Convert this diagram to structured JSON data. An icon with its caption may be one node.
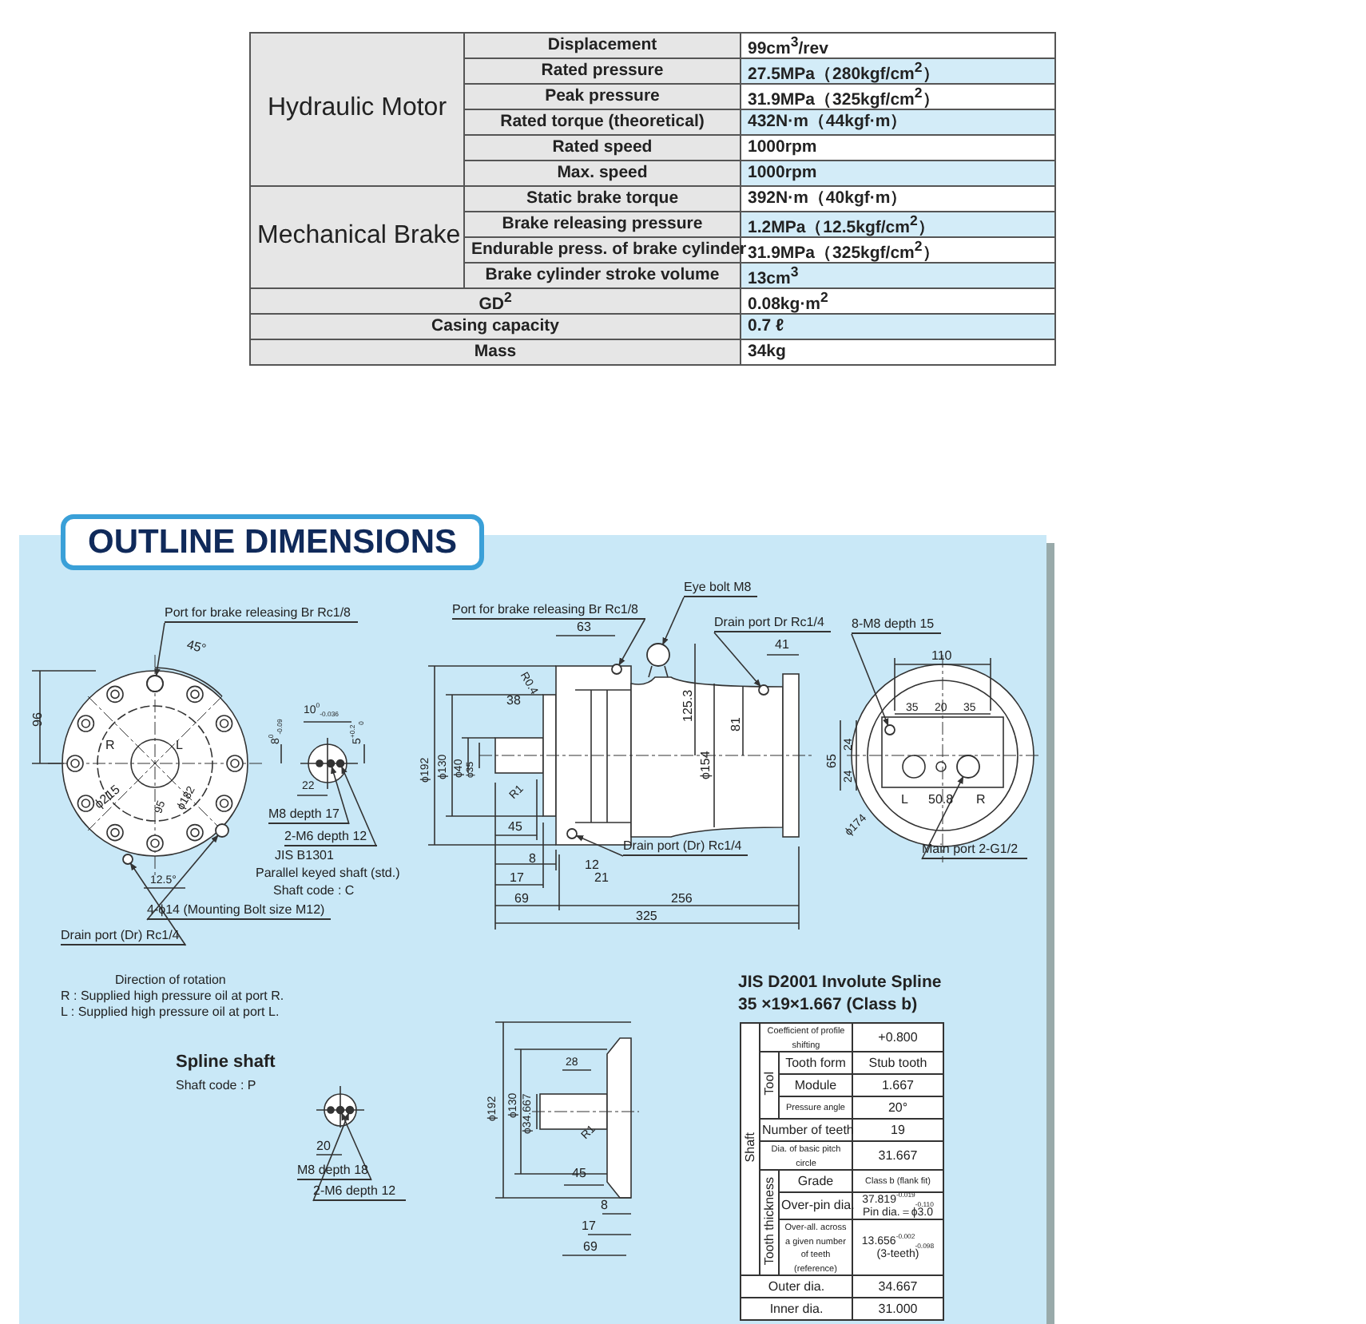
{
  "diagram": {
    "nodes": [
      {
        "text": [
          "Port for brake releasing Br Rc1/8"
        ]
      },
      {
        "text": [
          "M8 depth 17"
        ]
      },
      {
        "text": [
          "2-M6 depth 12"
        ]
      },
      {
        "text": [
          "4-ϕ14 (Mounting Bolt size M12)"
        ]
      },
      {
        "text": [
          "Drain port (Dr) Rc1/4"
        ]
      },
      {
        "text": [
          "Port for brake releasing Br Rc1/8"
        ]
      },
      {
        "text": [
          "Eye bolt M8"
        ]
      },
      {
        "text": [
          "Drain port Dr Rc1/4"
        ]
      },
      {
        "text": [
          "Drain port (Dr) Rc1/4"
        ]
      },
      {
        "text": [
          "8-M8 depth 15"
        ]
      },
      {
        "text": [
          "Main port 2-G1/2"
        ]
      },
      {
        "text": [
          "M8 depth 18"
        ]
      },
      {
        "text": [
          "2-M6 depth 12"
        ]
      },
      {
        "text": [],
        "shape": "circle"
      },
      {
        "text": [],
        "shape": "circle"
      },
      {
        "text": [],
        "shape": "circle"
      },
      {
        "text": [],
        "shape": "circle"
      },
      {
        "text": [],
        "shape": "circle"
      },
      {
        "text": [],
        "shape": "circle"
      },
      {
        "text": [],
        "shape": "circle"
      },
      {
        "text": [],
        "shape": "circle"
      },
      {
        "text": [],
        "shape": "circle"
      },
      {
        "text": [],
        "shape": "circle"
      },
      {
        "text": [],
        "shape": "circle"
      },
      {
        "text": [],
        "shape": "circle"
      },
      {
        "text": [],
        "shape": "circle"
      }
    ],
    "edges": [
      {
        "from": 0,
        "to": 13,
        "arrow": "to"
      },
      {
        "from": 1,
        "to": 14,
        "arrow": "to"
      },
      {
        "from": 2,
        "to": 15,
        "arrow": "to"
      },
      {
        "from": 3,
        "to": 16,
        "arrow": "to"
      },
      {
        "from": 4,
        "to": 17,
        "arrow": "to"
      },
      {
        "from": 5,
        "to": 18,
        "arrow": "to"
      },
      {
        "from": 6,
        "to": 19,
        "arrow": "to"
      },
      {
        "from": 7,
        "to": 20,
        "arrow": "to"
      },
      {
        "from": 8,
        "to": 21,
        "arrow": "to"
      },
      {
        "from": 9,
        "to": 22,
        "arrow": "to"
      },
      {
        "from": 10,
        "to": 23,
        "arrow": "to"
      },
      {
        "from": 11,
        "to": 24,
        "arrow": "to"
      },
      {
        "from": 12,
        "to": 25,
        "arrow": "to"
      }
    ],
    "labels": [
      "Hydraulic Motor",
      "Displacement",
      "99cm$^{3}$/rev",
      "Rated pressure",
      "27.5MPa（280kgf/cm$^{2}$）",
      "Peak pressure",
      "31.9MPa（325kgf/cm$^{2}$）",
      "Rated torque (theoretical)",
      "432N·m（44kgf·m）",
      "Rated speed",
      "1000rpm",
      "Max. speed",
      "1000rpm",
      "Mechanical Brake",
      "Static brake torque",
      "392N·m（40kgf·m）",
      "Brake releasing pressure",
      "1.2MPa（12.5kgf/cm$^{2}$）",
      "Endurable press. of brake cylinder",
      "31.9MPa（325kgf/cm$^{2}$）",
      "Brake cylinder stroke volume",
      "13cm$^{3}$",
      "GD$^{2}$",
      "0.08kg·m$^{2}$",
      "Casing capacity",
      "0.7 ℓ",
      "Mass",
      "34kg",
      "OUTLINE DIMENSIONS",
      "45°",
      "96",
      "R",
      "L",
      "ϕ215",
      "95",
      "ϕ182",
      "12.5°",
      "8$^{0}$$_{-0.09}$",
      "10$^{0}$$_{-0.036}$",
      "5$^{+0.2}$$_{0}$",
      "22",
      "JIS B1301",
      "Parallel keyed shaft (std.)",
      "Shaft code : C",
      "63",
      "R0.4",
      "38",
      "ϕ192",
      "ϕ130",
      "ϕ40",
      "ϕ35",
      "R1",
      "125.3",
      "81",
      "ϕ154",
      "41",
      "45",
      "8",
      "12",
      "17",
      "21",
      "69",
      "256",
      "325",
      "110",
      "35",
      "20",
      "35",
      "65",
      "24",
      "24",
      "L",
      "50.8",
      "R",
      "ϕ174",
      "Direction of rotation",
      "R : Supplied high pressure oil at port R.",
      "L : Supplied high pressure oil at port L.",
      "Spline shaft",
      "Shaft code : P",
      "20",
      "ϕ192",
      "ϕ130",
      "ϕ34.667",
      "28",
      "R1",
      "45",
      "8",
      "17",
      "69",
      "JIS  D2001 Involute Spline",
      "35 ×19×1.667 (Class b)",
      "Shaft",
      "Coefficient of profile shifting",
      "+0.800",
      "Tool",
      "Tooth form",
      "Stub tooth",
      "Module",
      "1.667",
      "Pressure angle",
      "20°",
      "Number of teeth",
      "19",
      "Dia. of basic pitch circle",
      "31.667",
      "Tooth thickness",
      "Grade",
      "Class b (flank fit)",
      "Over-pin dia.",
      "37.819$^{-0.019}$$_{-0.110}$",
      "Pin dia.＝ϕ3.0",
      "Over-all. across a given number of teeth (reference)",
      "13.656$^{-0.002}$$_{-0.098}$",
      "(3-teeth)",
      "Outer dia.",
      "34.667",
      "Inner dia.",
      "31.000"
    ]
  }
}
